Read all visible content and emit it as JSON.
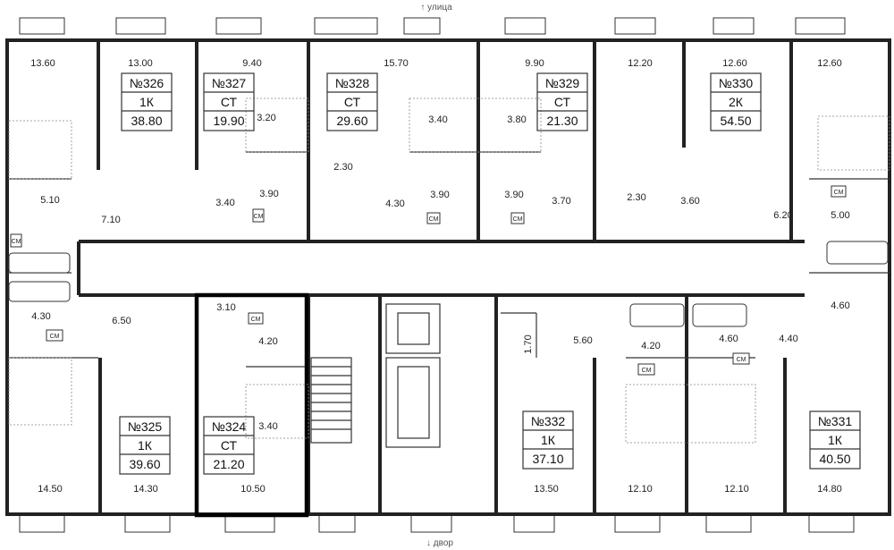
{
  "orientation": {
    "top": "↑ улица",
    "bottom": "↓ двор"
  },
  "apartments": [
    {
      "id": "326",
      "number": "№326",
      "type": "1К",
      "area": "38.80"
    },
    {
      "id": "327",
      "number": "№327",
      "type": "СТ",
      "area": "19.90"
    },
    {
      "id": "328",
      "number": "№328",
      "type": "СТ",
      "area": "29.60"
    },
    {
      "id": "329",
      "number": "№329",
      "type": "СТ",
      "area": "21.30"
    },
    {
      "id": "330",
      "number": "№330",
      "type": "2К",
      "area": "54.50"
    },
    {
      "id": "325",
      "number": "№325",
      "type": "1К",
      "area": "39.60"
    },
    {
      "id": "324",
      "number": "№324",
      "type": "СТ",
      "area": "21.20",
      "highlighted": true
    },
    {
      "id": "332",
      "number": "№332",
      "type": "1К",
      "area": "37.10"
    },
    {
      "id": "331",
      "number": "№331",
      "type": "1К",
      "area": "40.50"
    }
  ],
  "room_areas": [
    "13.60",
    "13.00",
    "9.40",
    "15.70",
    "9.90",
    "12.20",
    "12.60",
    "12.60",
    "3.20",
    "3.40",
    "3.80",
    "2.30",
    "3.90",
    "3.40",
    "4.30",
    "3.90",
    "3.90",
    "3.70",
    "2.30",
    "3.60",
    "6.20",
    "5.00",
    "5.10",
    "7.10",
    "4.30",
    "6.50",
    "3.10",
    "4.20",
    "3.40",
    "1.70",
    "5.60",
    "4.20",
    "4.60",
    "4.40",
    "4.60",
    "14.50",
    "14.30",
    "10.50",
    "13.50",
    "12.10",
    "12.10",
    "14.80"
  ],
  "fixture_labels": {
    "washer": "СМ"
  }
}
